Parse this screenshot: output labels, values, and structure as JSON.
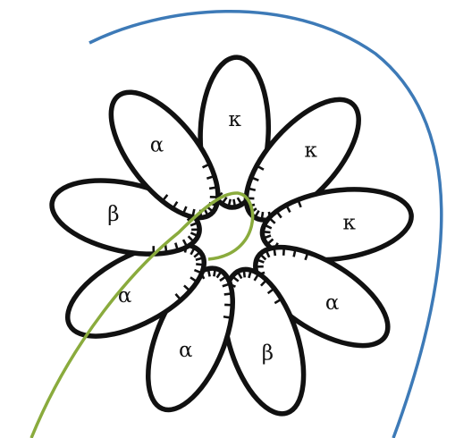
{
  "colors": {
    "outline": "#111111",
    "membrane_line": "#3d7ab7",
    "chain_line": "#8aab3d",
    "background": "#ffffff"
  },
  "petals": [
    {
      "id": "petal-top",
      "label": "κ"
    },
    {
      "id": "petal-upper-right",
      "label": "κ"
    },
    {
      "id": "petal-right",
      "label": "κ"
    },
    {
      "id": "petal-lower-right",
      "label": "α"
    },
    {
      "id": "petal-bottom-right",
      "label": "β"
    },
    {
      "id": "petal-bottom-left",
      "label": "α"
    },
    {
      "id": "petal-lower-left",
      "label": "α"
    },
    {
      "id": "petal-left",
      "label": "β"
    },
    {
      "id": "petal-upper-left",
      "label": "α"
    }
  ]
}
